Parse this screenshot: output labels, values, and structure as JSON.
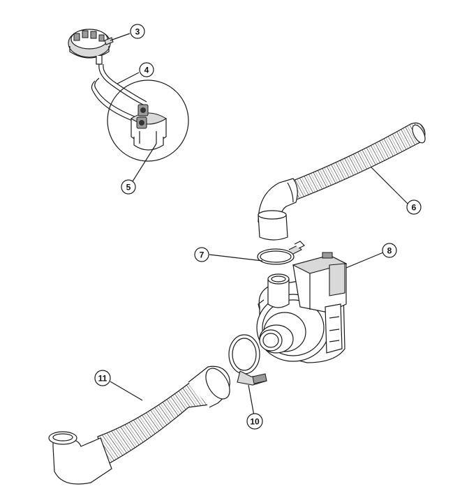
{
  "callouts": [
    {
      "label": "3"
    },
    {
      "label": "4"
    },
    {
      "label": "5"
    },
    {
      "label": "6"
    },
    {
      "label": "7"
    },
    {
      "label": "8"
    },
    {
      "label": "10"
    },
    {
      "label": "11"
    }
  ]
}
